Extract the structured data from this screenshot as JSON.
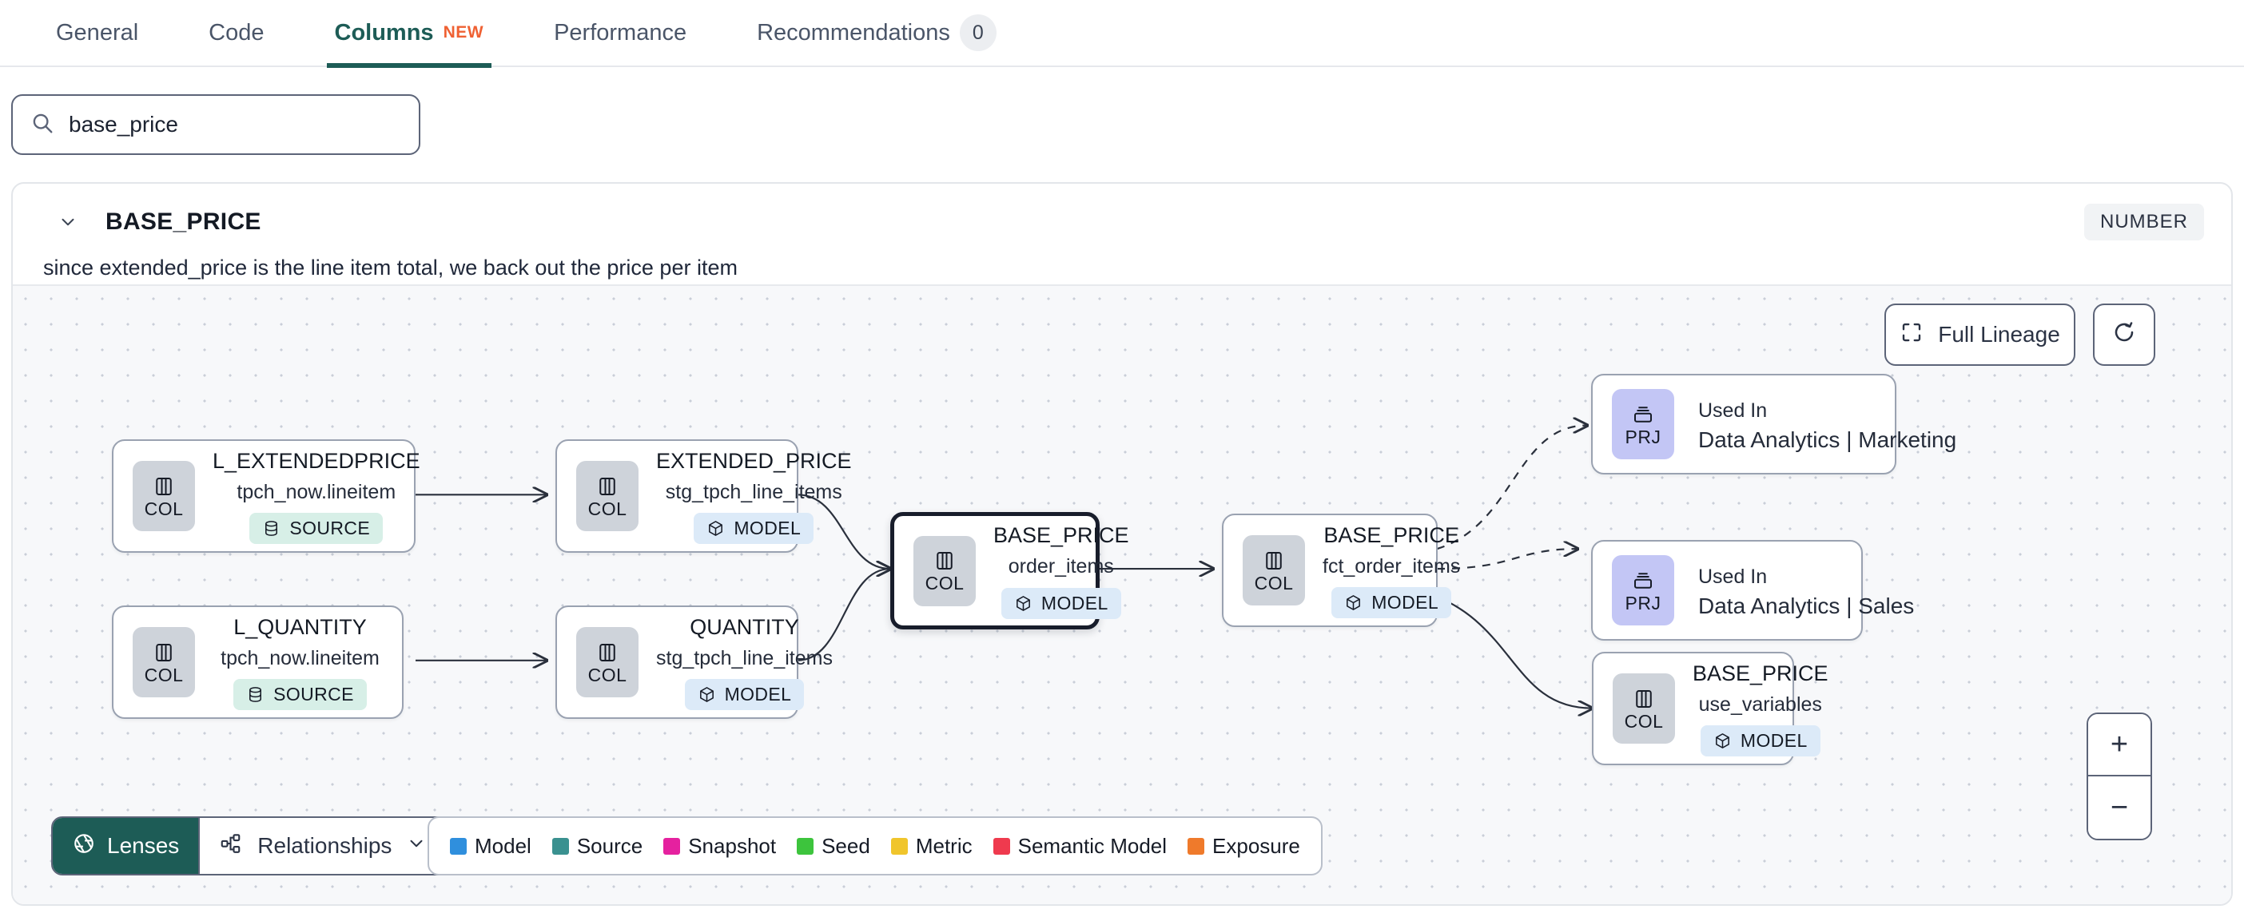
{
  "tabs": [
    {
      "label": "General",
      "active": false
    },
    {
      "label": "Code",
      "active": false
    },
    {
      "label": "Columns",
      "active": true,
      "new_badge": "NEW"
    },
    {
      "label": "Performance",
      "active": false
    },
    {
      "label": "Recommendations",
      "active": false,
      "count": "0"
    }
  ],
  "search": {
    "value": "base_price",
    "placeholder": "Search columns",
    "icon": "search-icon"
  },
  "column": {
    "name": "BASE_PRICE",
    "type_badge": "NUMBER",
    "description": "since extended_price is the line item total, we back out the price per item",
    "expanded": true
  },
  "graph": {
    "controls": {
      "full_lineage": "Full Lineage",
      "refresh_icon": "refresh-icon",
      "zoom_in": "+",
      "zoom_out": "−"
    },
    "nodes": [
      {
        "id": "l_extendedprice",
        "kind": "COL",
        "name": "L_EXTENDEDPRICE",
        "sub": "tpch_now.lineitem",
        "tag": "SOURCE",
        "tag_type": "source",
        "selected": false
      },
      {
        "id": "l_quantity",
        "kind": "COL",
        "name": "L_QUANTITY",
        "sub": "tpch_now.lineitem",
        "tag": "SOURCE",
        "tag_type": "source",
        "selected": false
      },
      {
        "id": "extended_price",
        "kind": "COL",
        "name": "EXTENDED_PRICE",
        "sub": "stg_tpch_line_items",
        "tag": "MODEL",
        "tag_type": "model",
        "selected": false
      },
      {
        "id": "quantity",
        "kind": "COL",
        "name": "QUANTITY",
        "sub": "stg_tpch_line_items",
        "tag": "MODEL",
        "tag_type": "model",
        "selected": false
      },
      {
        "id": "base_price_oi",
        "kind": "COL",
        "name": "BASE_PRICE",
        "sub": "order_items",
        "tag": "MODEL",
        "tag_type": "model",
        "selected": true
      },
      {
        "id": "base_price_fct",
        "kind": "COL",
        "name": "BASE_PRICE",
        "sub": "fct_order_items",
        "tag": "MODEL",
        "tag_type": "model",
        "selected": false
      },
      {
        "id": "base_price_uv",
        "kind": "COL",
        "name": "BASE_PRICE",
        "sub": "use_variables",
        "tag": "MODEL",
        "tag_type": "model",
        "selected": false
      },
      {
        "id": "prj_marketing",
        "kind": "PRJ",
        "name": "Used In",
        "sub": "Data Analytics | Marketing",
        "selected": false
      },
      {
        "id": "prj_sales",
        "kind": "PRJ",
        "name": "Used In",
        "sub": "Data Analytics | Sales",
        "selected": false
      }
    ]
  },
  "toolbar": {
    "lenses_label": "Lenses",
    "lenses_icon": "aperture-icon",
    "relationships_label": "Relationships",
    "relationships_icon": "relationship-icon",
    "chevron_icon": "chevron-down-icon"
  },
  "legend": [
    {
      "label": "Model",
      "color": "#2f8fdd"
    },
    {
      "label": "Source",
      "color": "#3a9190"
    },
    {
      "label": "Snapshot",
      "color": "#e5219f"
    },
    {
      "label": "Seed",
      "color": "#3dc43d"
    },
    {
      "label": "Metric",
      "color": "#f0c52c"
    },
    {
      "label": "Semantic Model",
      "color": "#ef3a4e"
    },
    {
      "label": "Exposure",
      "color": "#ef7a2b"
    }
  ],
  "colors": {
    "accent_teal": "#1d5c56",
    "new_orange": "#ef6133",
    "model_tag_bg": "#dceaf8",
    "source_tag_bg": "#d7efe7",
    "prj_chip_bg": "#c3c6f5"
  }
}
